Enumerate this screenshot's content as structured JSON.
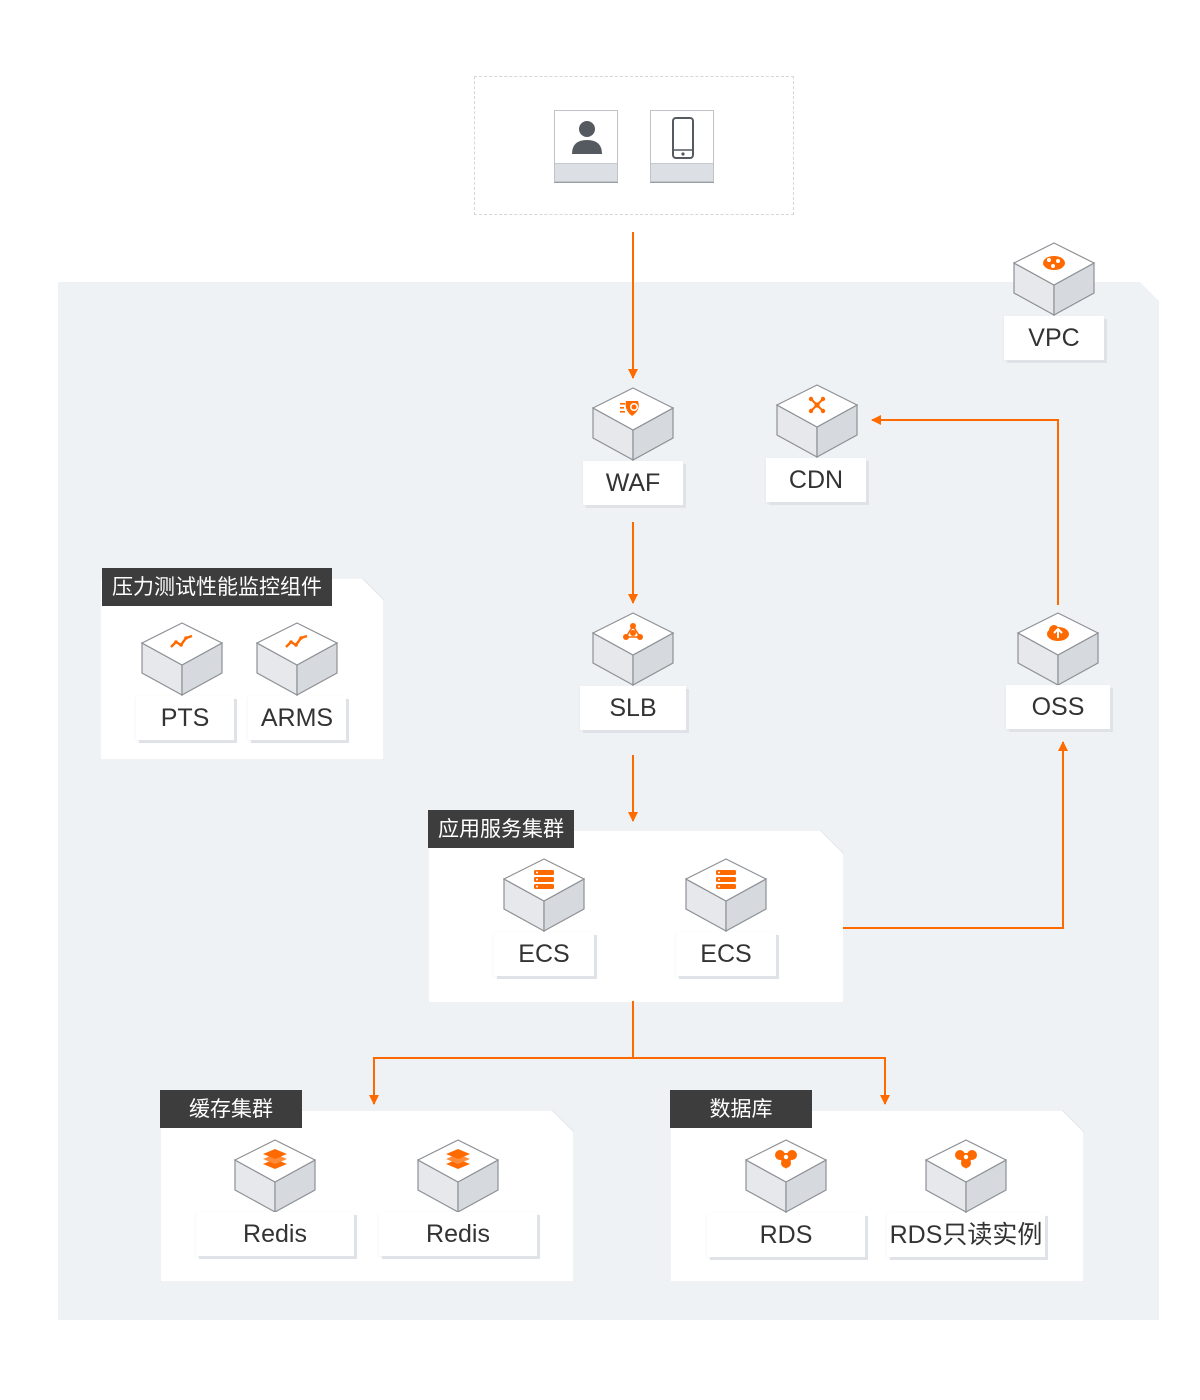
{
  "client": {
    "devices": [
      {
        "name": "user-icon"
      },
      {
        "name": "mobile-phone-icon"
      }
    ]
  },
  "vpc": {
    "label": "VPC",
    "icon": "vpc-cloud-icon"
  },
  "waf": {
    "label": "WAF",
    "icon": "waf-shield-icon"
  },
  "slb": {
    "label": "SLB",
    "icon": "slb-network-icon"
  },
  "cdn": {
    "label": "CDN",
    "icon": "cdn-network-icon"
  },
  "oss": {
    "label": "OSS",
    "icon": "oss-upload-cloud-icon"
  },
  "monitoring": {
    "title": "压力测试性能监控组件",
    "items": [
      {
        "label": "PTS",
        "icon": "trend-line-icon"
      },
      {
        "label": "ARMS",
        "icon": "trend-line-icon"
      }
    ]
  },
  "app_cluster": {
    "title": "应用服务集群",
    "items": [
      {
        "label": "ECS",
        "icon": "server-icon"
      },
      {
        "label": "ECS",
        "icon": "server-icon"
      }
    ]
  },
  "cache_cluster": {
    "title": "缓存集群",
    "items": [
      {
        "label": "Redis",
        "icon": "redis-stack-icon"
      },
      {
        "label": "Redis",
        "icon": "redis-stack-icon"
      }
    ]
  },
  "database": {
    "title": "数据库",
    "items": [
      {
        "label": "RDS",
        "icon": "database-icon"
      },
      {
        "label": "RDS只读实例",
        "icon": "database-icon"
      }
    ]
  },
  "colors": {
    "accent": "#ff6a00",
    "vpc_background": "#eff2f5",
    "tag_background": "#3d3d3d"
  }
}
